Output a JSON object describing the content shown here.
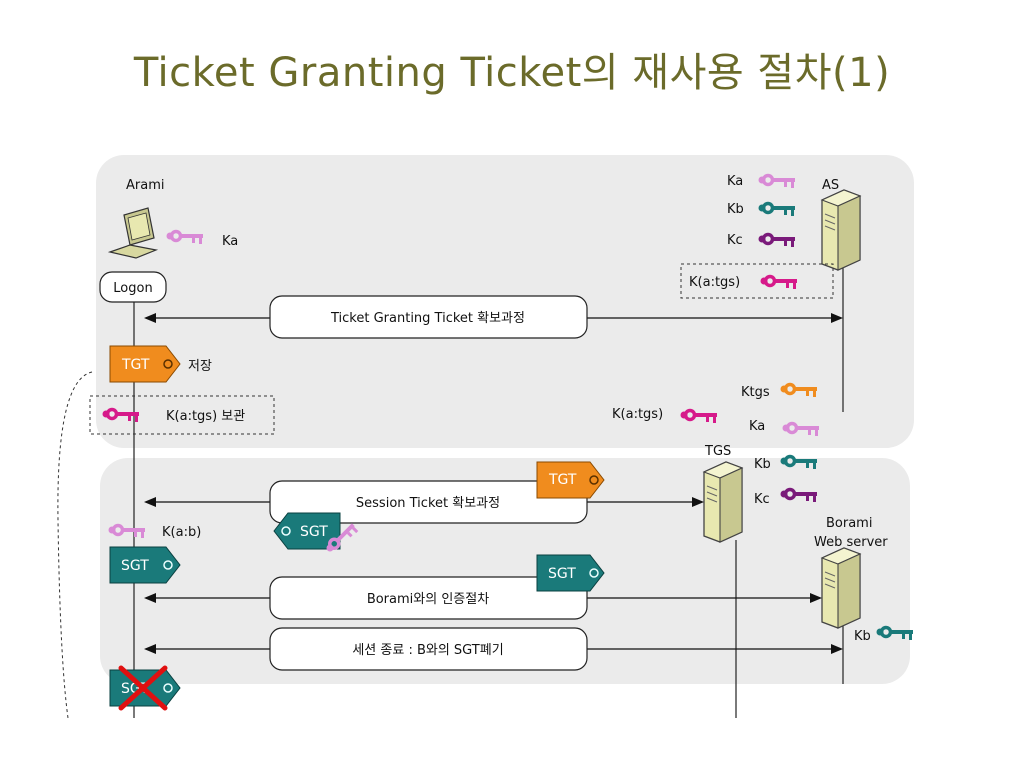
{
  "slide": {
    "title": "Ticket Granting Ticket의 재사용 절차(1)"
  },
  "colors": {
    "title": "#6b6b2a",
    "panel": "#ebebeb",
    "tgt_tag": "#f08c1e",
    "sgt_tag": "#1a7a7a",
    "key_ka": "#d98ad6",
    "key_kb": "#1a7a7a",
    "key_kc": "#7a1a7a",
    "key_katgs": "#d61a8a",
    "key_ktgs": "#f08c1e",
    "cross": "#e01010"
  },
  "diagram": {
    "arami": {
      "label": "Arami",
      "key_label": "Ka",
      "logon": "Logon"
    },
    "as": {
      "label": "AS",
      "keys": [
        "Ka",
        "Kb",
        "Kc"
      ],
      "shared_key": "K(a:tgs)"
    },
    "tgs": {
      "label": "TGS",
      "keys": [
        "Ktgs",
        "Ka",
        "Kb",
        "Kc"
      ],
      "shared_key": "K(a:tgs)"
    },
    "borami": {
      "label_line1": "Borami",
      "label_line2": "Web server",
      "key_label": "Kb"
    },
    "client_items": {
      "tgt_tag": "TGT",
      "tgt_store": "저장",
      "katgs_keep": "K(a:tgs)  보관",
      "kab": "K(a:b)",
      "sgt_tag": "SGT",
      "sgt_tag_discard": "SGT"
    },
    "messages": {
      "tgt_acquire": "Ticket Granting Ticket 확보과정",
      "session_ticket": "Session Ticket 확보과정",
      "tgt_sent": "TGT",
      "sgt_returned": "SGT",
      "auth": "Borami와의 인증절차",
      "sgt_sent": "SGT",
      "end_session": "세션 종료 : B와의 SGT폐기"
    }
  }
}
